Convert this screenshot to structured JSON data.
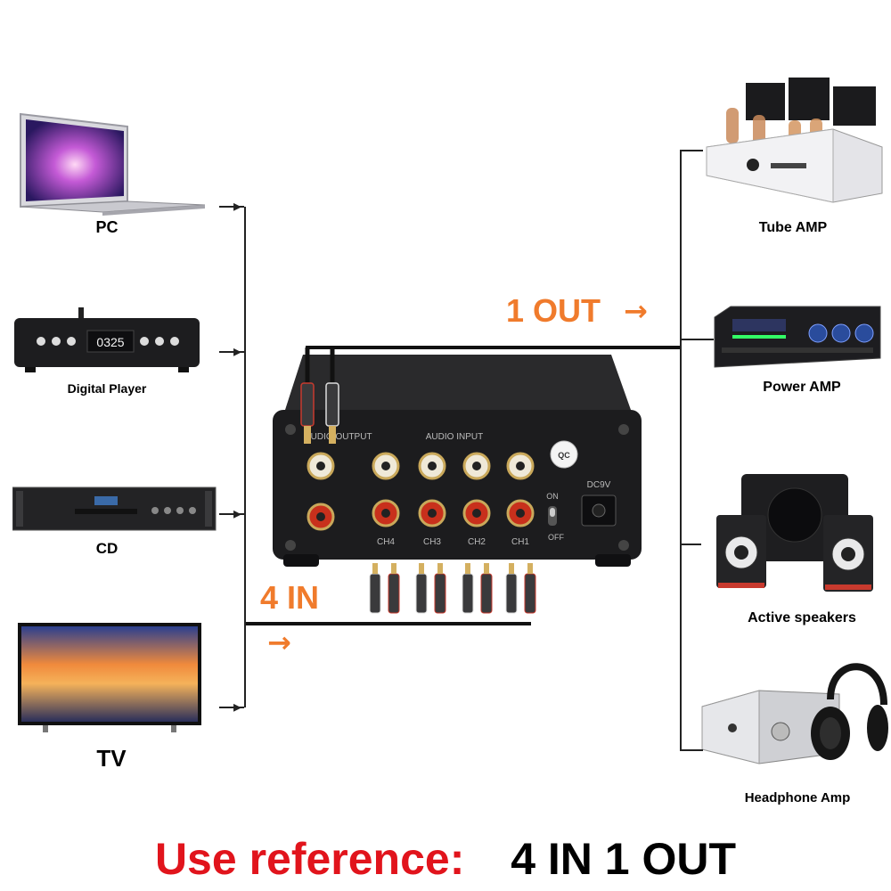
{
  "inputs": [
    {
      "id": "pc",
      "label": "PC"
    },
    {
      "id": "digital-player",
      "label": "Digital Player",
      "display": "0325"
    },
    {
      "id": "cd",
      "label": "CD"
    },
    {
      "id": "tv",
      "label": "TV"
    }
  ],
  "outputs": [
    {
      "id": "tube-amp",
      "label": "Tube AMP"
    },
    {
      "id": "power-amp",
      "label": "Power AMP"
    },
    {
      "id": "active-speakers",
      "label": "Active speakers"
    },
    {
      "id": "headphone-amp",
      "label": "Headphone Amp"
    }
  ],
  "callouts": {
    "out": "1 OUT",
    "in": "4 IN",
    "arrow": "→"
  },
  "device": {
    "output_label": "AUDIO OUTPUT",
    "input_label": "AUDIO INPUT",
    "channels": [
      "CH4",
      "CH3",
      "CH2",
      "CH1"
    ],
    "switch_on": "ON",
    "switch_off": "OFF",
    "power_label": "DC9V",
    "qc_label": "QC"
  },
  "footer": {
    "prefix": "Use reference:",
    "value": "4 IN 1 OUT"
  },
  "colors": {
    "accent_orange": "#f07b2c",
    "footer_red": "#e1141c",
    "device_body": "#1c1c1e"
  }
}
